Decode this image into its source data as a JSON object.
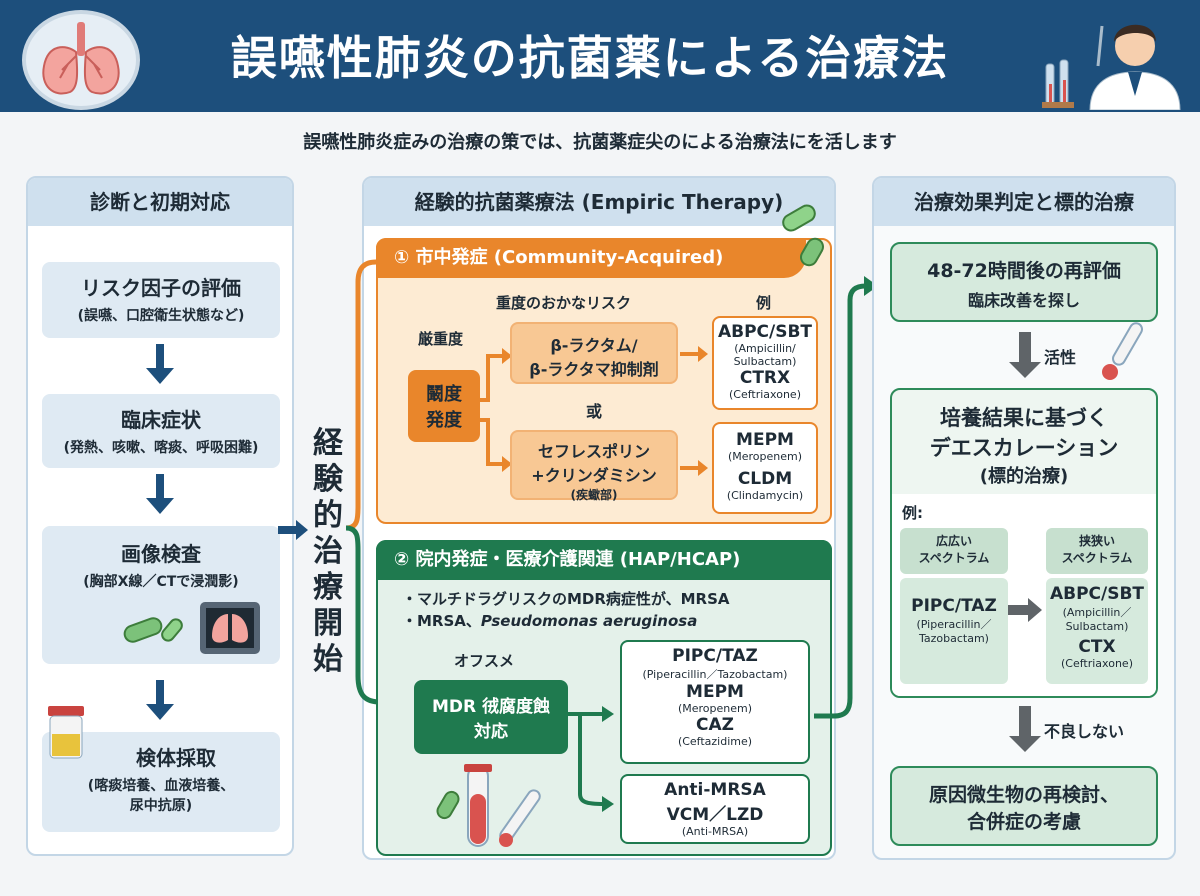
{
  "title": "誤嚥性肺炎の抗菌薬による治療法",
  "subtitle": "誤嚥性肺炎症みの治療の策では、抗菌薬症尖のによる治療法にを活します",
  "left": {
    "header": "診断と初期対応",
    "steps": [
      {
        "title": "リスク因子の評価",
        "desc": "(誤嚥、口腔衛生状態など)"
      },
      {
        "title": "臨床症状",
        "desc": "(発熱、咳嗽、喀痰、呼吸困難)"
      },
      {
        "title": "画像検査",
        "desc": "(胸部X線／CTで浸潤影)"
      },
      {
        "title": "検体採取",
        "desc": "(喀痰培養、血液培養、",
        "desc2": "尿中抗原)"
      }
    ]
  },
  "vertical_label": [
    "経",
    "験",
    "的",
    "治",
    "療",
    "開",
    "始"
  ],
  "middle": {
    "header": "経験的抗菌薬療法 (Empiric Therapy)",
    "community": {
      "head": "① 市中発症 (Community-Acquired)",
      "risk_label": "重度のおかなリスク",
      "example_label": "例",
      "severity_label": "厳重度",
      "severity_box": [
        "鬫度",
        "発度"
      ],
      "or_label": "或",
      "regimen1": [
        "β-ラクタム/",
        "β-ラクタマ抑制剤"
      ],
      "regimen2": [
        "セフレスポリン",
        "+クリンダミシン",
        "(疾蠍部)"
      ],
      "example1": {
        "drug1": "ABPC/SBT",
        "sub1": [
          "(Ampicillin/",
          "Sulbactam)"
        ],
        "drug2": "CTRX",
        "sub2": "(Ceftriaxone)"
      },
      "example2": {
        "drug1": "MEPM",
        "sub1": "(Meropenem)",
        "drug2": "CLDM",
        "sub2": "(Clindamycin)"
      }
    },
    "hospital": {
      "head": "② 院内発症・医療介護関連 (HAP/HCAP)",
      "bullet1": "・マルチドラグリスクのMDR病症性が、MRSA",
      "bullet2_prefix": "・MRSA、",
      "bullet2_italic": "Pseudomonas aeruginosa",
      "recommend_label": "オフスメ",
      "mdr_box": [
        "MDR 㣝腐度蝕",
        "対応"
      ],
      "example1": {
        "drug1": "PIPC/TAZ",
        "sub1": "(Piperacillin／Tazobactam)",
        "drug2": "MEPM",
        "sub2": "(Meropenem)",
        "drug3": "CAZ",
        "sub3": "(Ceftazidime)"
      },
      "example2": {
        "drug1": "Anti-MRSA",
        "drug2": "VCM／LZD",
        "sub2": "(Anti-MRSA)"
      }
    }
  },
  "right": {
    "header": "治療効果判定と標的治療",
    "reeval": [
      "48-72時間後の再評価",
      "臨床改善を探し"
    ],
    "active_label": "活性",
    "deesc": [
      "培養結果に基づく",
      "デエスカレーション",
      "(標的治療)"
    ],
    "example_label": "例:",
    "broad_head": [
      "広広い",
      "スペクトラム"
    ],
    "narrow_head": [
      "挟狭い",
      "スペクトラム"
    ],
    "broad": {
      "drug": "PIPC/TAZ",
      "sub": [
        "(Piperacillin／",
        "Tazobactam)"
      ]
    },
    "narrow": {
      "drug1": "ABPC/SBT",
      "sub1": [
        "(Ampicillin／",
        "Sulbactam)"
      ],
      "drug2": "CTX",
      "sub2": "(Ceftriaxone)"
    },
    "poor_label": "不良しない",
    "final": [
      "原因微生物の再検討、",
      "合併症の考慮"
    ]
  },
  "colors": {
    "navy": "#1d4f7c",
    "orange": "#e9862b",
    "green": "#1f7a4f"
  }
}
